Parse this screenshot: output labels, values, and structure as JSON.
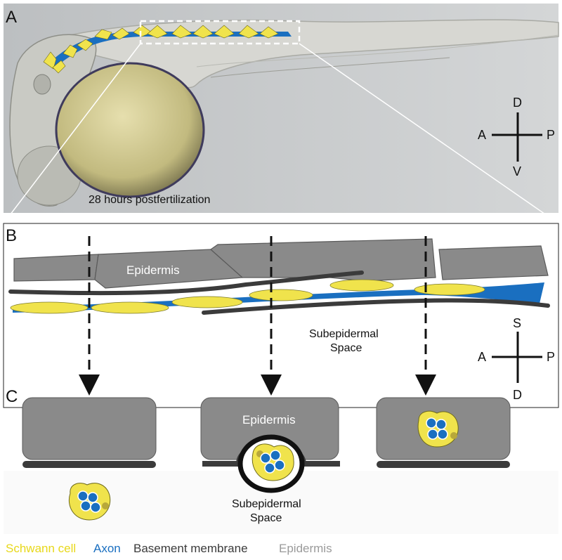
{
  "panels": {
    "a": {
      "letter": "A",
      "caption": "28 hours postfertilization"
    },
    "b": {
      "letter": "B",
      "epidermis": "Epidermis",
      "space_line1": "Subepidermal",
      "space_line2": "Space"
    },
    "c": {
      "letter": "C",
      "epidermis": "Epidermis",
      "space_line1": "Subepidermal",
      "space_line2": "Space"
    }
  },
  "compass_a": {
    "top": "D",
    "left": "A",
    "right": "P",
    "bottom": "V"
  },
  "compass_b": {
    "top": "S",
    "left": "A",
    "right": "P",
    "bottom": "D"
  },
  "legend": [
    {
      "label": "Schwann cell",
      "color": "#f2e21c"
    },
    {
      "label": "Axon",
      "color": "#1a6fc0"
    },
    {
      "label": "Basement membrane",
      "color": "#3b3b3b"
    },
    {
      "label": "Epidermis",
      "color": "#9a9a9a"
    }
  ],
  "colors": {
    "schwann": "#f0e34c",
    "axon": "#1a6fc0",
    "membrane": "#3b3b3b",
    "epidermis_fill": "#8a8a8a",
    "photo_bg": "#c7c9ca",
    "yolk": "#c9c28c"
  }
}
